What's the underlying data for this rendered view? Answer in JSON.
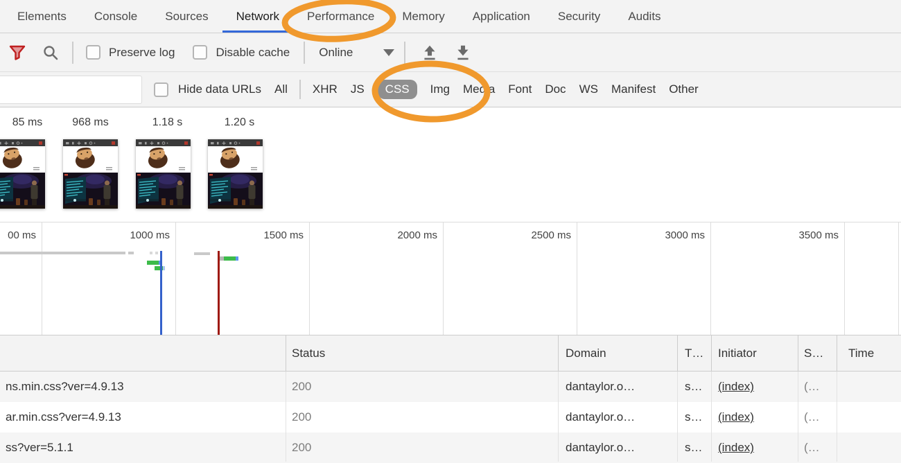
{
  "devtools": {
    "tabs": [
      {
        "label": "Elements",
        "selected": false
      },
      {
        "label": "Console",
        "selected": false
      },
      {
        "label": "Sources",
        "selected": false
      },
      {
        "label": "Network",
        "selected": true
      },
      {
        "label": "Performance",
        "selected": false
      },
      {
        "label": "Memory",
        "selected": false
      },
      {
        "label": "Application",
        "selected": false
      },
      {
        "label": "Security",
        "selected": false
      },
      {
        "label": "Audits",
        "selected": false
      }
    ],
    "network_toolbar": {
      "preserve_log_label": "Preserve log",
      "preserve_log_checked": false,
      "disable_cache_label": "Disable cache",
      "disable_cache_checked": false,
      "throttling_value": "Online"
    },
    "filter_bar": {
      "filter_input_value": "",
      "hide_data_urls_label": "Hide data URLs",
      "hide_data_urls_checked": false,
      "type_filters": [
        "All",
        "XHR",
        "JS",
        "CSS",
        "Img",
        "Media",
        "Font",
        "Doc",
        "WS",
        "Manifest",
        "Other"
      ],
      "active_type_filter": "CSS"
    },
    "filmstrip_frames": [
      {
        "time": "85 ms"
      },
      {
        "time": "968 ms"
      },
      {
        "time": "1.18 s"
      },
      {
        "time": "1.20 s"
      }
    ],
    "timeline_overview": {
      "tick_labels": [
        "00 ms",
        "1000 ms",
        "1500 ms",
        "2000 ms",
        "2500 ms",
        "3000 ms",
        "3500 ms"
      ],
      "markers": {
        "dom_content_loaded_color": "#3461cb",
        "load_event_color": "#9e1a12"
      }
    },
    "requests_table": {
      "columns": {
        "name": "",
        "status": "Status",
        "domain": "Domain",
        "type": "T…",
        "initiator": "Initiator",
        "size": "S…",
        "time": "Time"
      },
      "rows": [
        {
          "name": "ns.min.css?ver=4.9.13",
          "status": "200",
          "domain": "dantaylor.o…",
          "type": "s…",
          "initiator": "(index)",
          "size": "(…",
          "time": ""
        },
        {
          "name": "ar.min.css?ver=4.9.13",
          "status": "200",
          "domain": "dantaylor.o…",
          "type": "s…",
          "initiator": "(index)",
          "size": "(…",
          "time": ""
        },
        {
          "name": "ss?ver=5.1.1",
          "status": "200",
          "domain": "dantaylor.o…",
          "type": "s…",
          "initiator": "(index)",
          "size": "(…",
          "time": ""
        }
      ]
    },
    "colors": {
      "selected_tab_underline": "#3368d9",
      "annotation_orange": "#f0992d",
      "active_filter_pill": "#8f8f8f",
      "filter_funnel_red": "#bf2020",
      "waterfall_green": "#3dbb4a",
      "waterfall_gray": "#c9c9c9",
      "waterfall_blue_tip": "#5d96ee"
    }
  }
}
